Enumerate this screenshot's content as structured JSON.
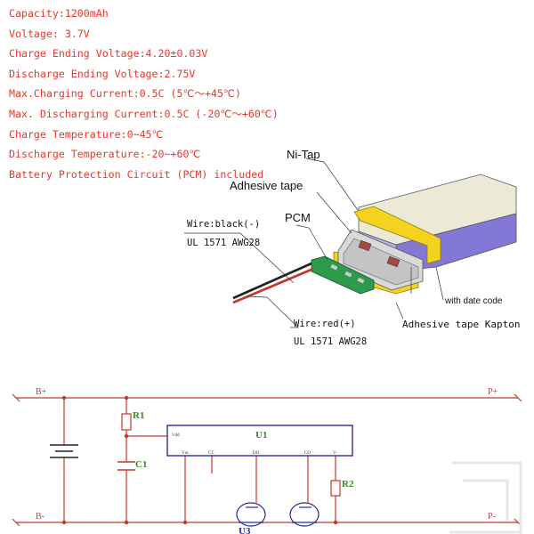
{
  "specs": {
    "capacity": "Capacity:1200mAh",
    "voltage": "Voltage: 3.7V",
    "charge_ending_voltage": "Charge Ending Voltage:4.20±0.03V",
    "discharge_ending_voltage": "Discharge Ending Voltage:2.75V",
    "max_charging_current": "Max.Charging Current:0.5C (5℃～+45℃)",
    "max_discharging_current": "Max. Discharging Current:0.5C (-20℃～+60℃)",
    "charge_temperature": "Charge Temperature:0~45℃",
    "discharge_temperature": "Discharge Temperature:-20~+60℃",
    "pcm": "Battery Protection Circuit (PCM) included"
  },
  "battery_diagram": {
    "ni_tap": "Ni-Tap",
    "adhesive_tape": "Adhesive tape",
    "pcm": "PCM",
    "wire_black": "Wire:black(-)",
    "wire_black_spec": "UL 1571 AWG28",
    "wire_red": "Wire:red(+)",
    "wire_red_spec": "UL 1571 AWG28",
    "date_code": "with date code",
    "kapton": "Adhesive tape Kapton"
  },
  "schematic": {
    "b_plus": "B+",
    "b_minus": "B-",
    "p_plus": "P+",
    "p_minus": "P-",
    "r1": "R1",
    "c1": "C1",
    "u1": "U1",
    "r2": "R2",
    "u3": "U3",
    "pin_vdd": "Vdd",
    "pin_vss": "Vss",
    "pin_ct": "CT",
    "pin_do": "DO",
    "pin_co": "CO",
    "pin_vm": "V-"
  },
  "colors": {
    "spec_text": "#e8372a",
    "schematic_wire": "#c0392b",
    "battery_body": "#e9e6cf",
    "kapton_tape": "#f3d21c",
    "battery_side": "#7b6fd0",
    "pcm_board": "#2e9b4c"
  }
}
